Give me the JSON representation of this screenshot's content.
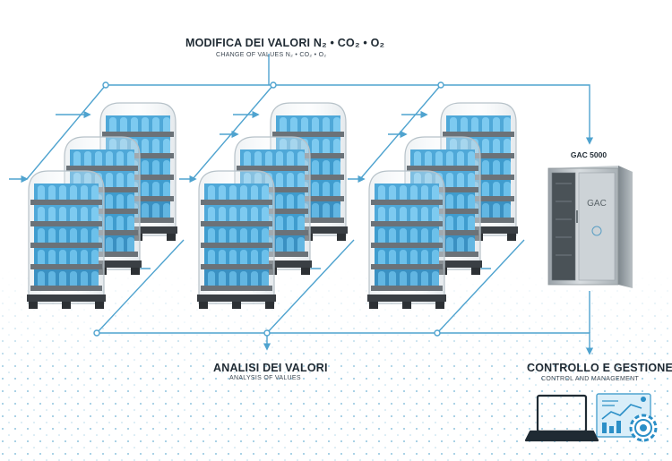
{
  "top_label": {
    "title": "MODIFICA DEI VALORI  N₂ • CO₂ • O₂",
    "subtitle": "CHANGE OF VALUES  N₂ • CO₂ • O₂"
  },
  "bottom_left_label": {
    "title": "ANALISI DEI VALORI",
    "subtitle": "ANALYSIS OF VALUES"
  },
  "bottom_right_label": {
    "title": "CONTROLLO E GESTIONE",
    "subtitle": "CONTROL AND MANAGEMENT"
  },
  "cabinet": {
    "model_label": "GAC 5000",
    "door_label": "GAC"
  },
  "colors": {
    "flow_line": "#4fa3cf",
    "bottle": "#5ab8e8",
    "rack": "#6b7278",
    "pallet": "#3a3f44",
    "text": "#1f2a33"
  },
  "icons": [
    "laptop-icon",
    "dashboard-analytics-icon",
    "gear-icon"
  ]
}
